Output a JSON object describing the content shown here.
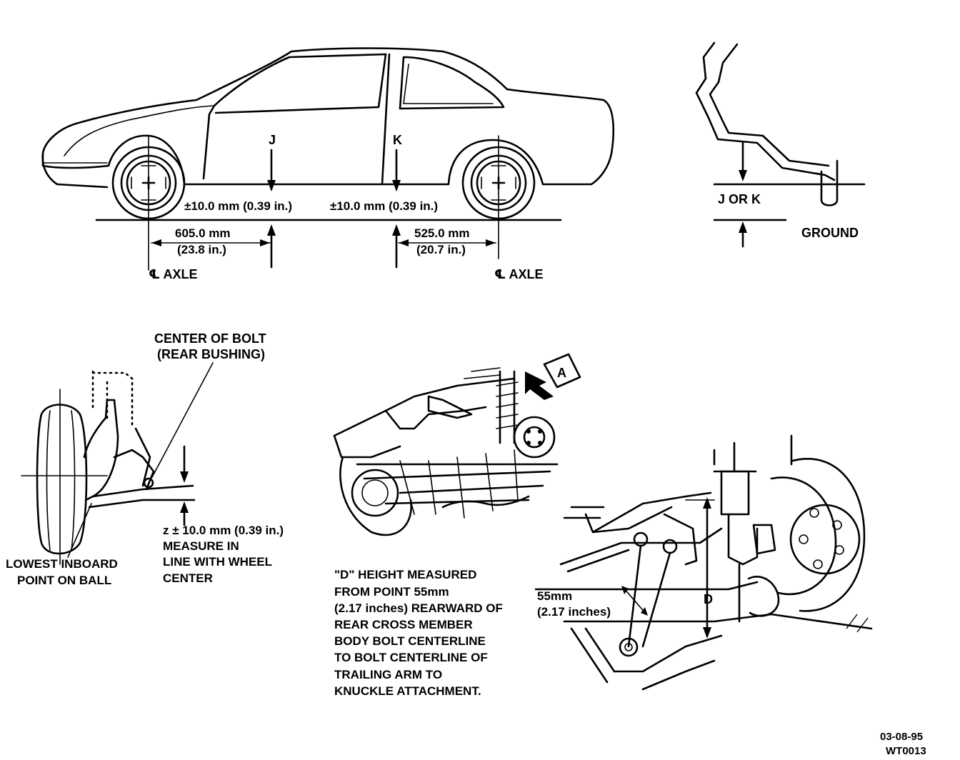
{
  "labels": {
    "j": "J",
    "k": "K",
    "tol_front": "±10.0 mm (0.39 in.)",
    "tol_rear": "±10.0 mm (0.39 in.)",
    "front_dim_mm": "605.0 mm",
    "front_dim_in": "(23.8 in.)",
    "rear_dim_mm": "525.0 mm",
    "rear_dim_in": "(20.7 in.)",
    "axle_front": "℄ AXLE",
    "axle_rear": "℄ AXLE",
    "j_or_k": "J OR K",
    "ground": "GROUND",
    "center_bolt_1": "CENTER OF BOLT",
    "center_bolt_2": "(REAR BUSHING)",
    "z_tol": "z ± 10.0 mm (0.39 in.)",
    "measure_1": "MEASURE  IN",
    "measure_2": "LINE WITH WHEEL",
    "measure_3": "CENTER",
    "lowest_1": "LOWEST INBOARD",
    "lowest_2": "POINT ON BALL",
    "arrow_a": "A",
    "d_note": [
      "\"D\" HEIGHT MEASURED",
      "FROM POINT 55mm",
      "(2.17 inches) REARWARD OF",
      "REAR CROSS MEMBER",
      "BODY BOLT CENTERLINE",
      "TO BOLT CENTERLINE OF",
      "TRAILING ARM TO",
      "KNUCKLE ATTACHMENT."
    ],
    "mm55": "55mm",
    "in217": "(2.17 inches)",
    "d": "D",
    "date": "03-08-95",
    "code": "WT0013"
  }
}
